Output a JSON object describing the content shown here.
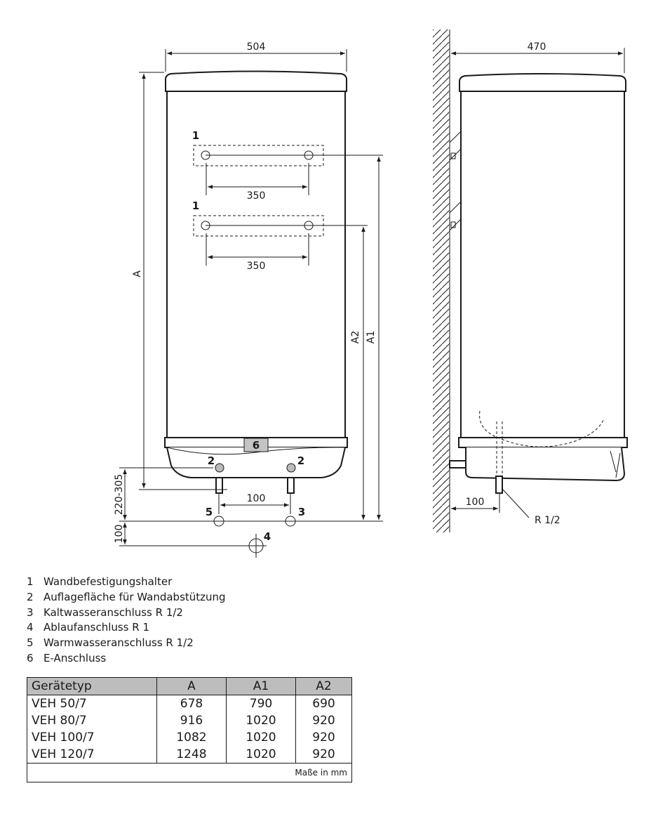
{
  "front_view": {
    "width_dim": "504",
    "bracket_spacing_upper": "350",
    "bracket_spacing_lower": "350",
    "pipe_spacing": "100",
    "height_A": "A",
    "height_A1": "A1",
    "height_A2": "A2",
    "dim_pipe_range": "220-305",
    "dim_drain": "100",
    "callouts": {
      "c1_upper": "1",
      "c1_lower": "1",
      "c2_left": "2",
      "c2_right": "2",
      "c3": "3",
      "c4": "4",
      "c5": "5",
      "c6": "6"
    }
  },
  "side_view": {
    "depth_dim": "470",
    "wall_offset_dim": "100",
    "thread_label": "R 1/2"
  },
  "legend": [
    {
      "num": "1",
      "text": "Wandbefestigungshalter"
    },
    {
      "num": "2",
      "text": "Auflagefläche für Wandabstützung"
    },
    {
      "num": "3",
      "text": "Kaltwasseranschluss R 1/2"
    },
    {
      "num": "4",
      "text": "Ablaufanschluss R 1"
    },
    {
      "num": "5",
      "text": "Warmwasseranschluss R 1/2"
    },
    {
      "num": "6",
      "text": "E-Anschluss"
    }
  ],
  "table": {
    "headers": [
      "Gerätetyp",
      "A",
      "A1",
      "A2"
    ],
    "rows": [
      [
        "VEH 50/7",
        "678",
        "790",
        "690"
      ],
      [
        "VEH 80/7",
        "916",
        "1020",
        "920"
      ],
      [
        "VEH 100/7",
        "1082",
        "1020",
        "920"
      ],
      [
        "VEH 120/7",
        "1248",
        "1020",
        "920"
      ]
    ],
    "note": "Maße in mm"
  }
}
